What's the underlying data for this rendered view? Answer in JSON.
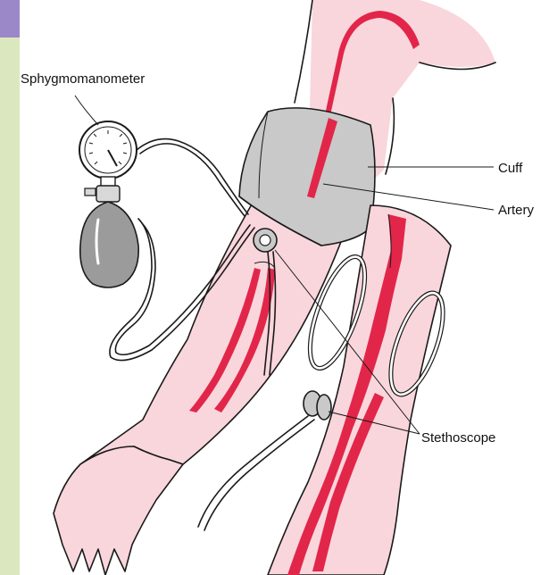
{
  "labels": {
    "sphygmomanometer": "Sphygmomanometer",
    "cuff": "Cuff",
    "artery": "Artery",
    "stethoscope": "Stethoscope"
  },
  "colors": {
    "sidebar": "#dbe8bf",
    "sidebar_tab": "#9a88c8",
    "skin": "#f9d6dc",
    "artery": "#e2264a",
    "cuff": "#c9c9c9",
    "bulb": "#9b9b9b"
  }
}
